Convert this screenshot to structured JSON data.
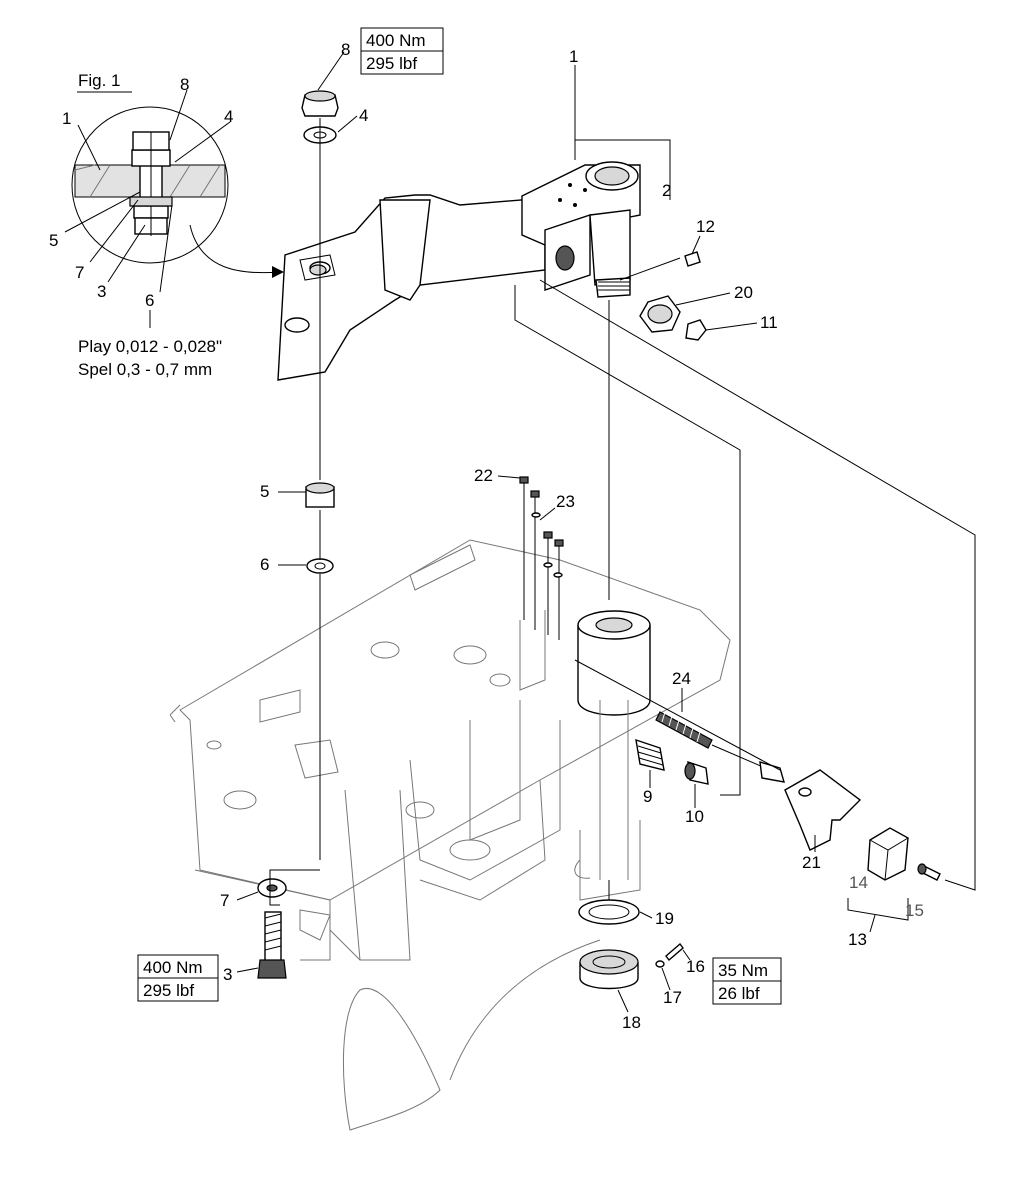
{
  "figure": {
    "fig_label": "Fig. 1",
    "play_line1": "Play 0,012 - 0,028\"",
    "play_line2": "Spel 0,3 - 0,7 mm"
  },
  "torques": {
    "top": {
      "nm": "400 Nm",
      "lbf": "295 lbf"
    },
    "bottom_left": {
      "nm": "400 Nm",
      "lbf": "295 lbf"
    },
    "bottom_right": {
      "nm": "35 Nm",
      "lbf": "26 lbf"
    }
  },
  "callouts": {
    "detail_1": "1",
    "detail_8": "8",
    "detail_4": "4",
    "detail_5": "5",
    "detail_7": "7",
    "detail_3": "3",
    "detail_6": "6",
    "top_8": "8",
    "top_4": "4",
    "top_1": "1",
    "top_2": "2",
    "p12": "12",
    "p20": "20",
    "p11": "11",
    "p5": "5",
    "p6": "6",
    "p22": "22",
    "p23": "23",
    "p24": "24",
    "p9": "9",
    "p10": "10",
    "p21": "21",
    "p14": "14",
    "p15": "15",
    "p13": "13",
    "p7": "7",
    "p3": "3",
    "p19": "19",
    "p16": "16",
    "p17": "17",
    "p18": "18"
  }
}
